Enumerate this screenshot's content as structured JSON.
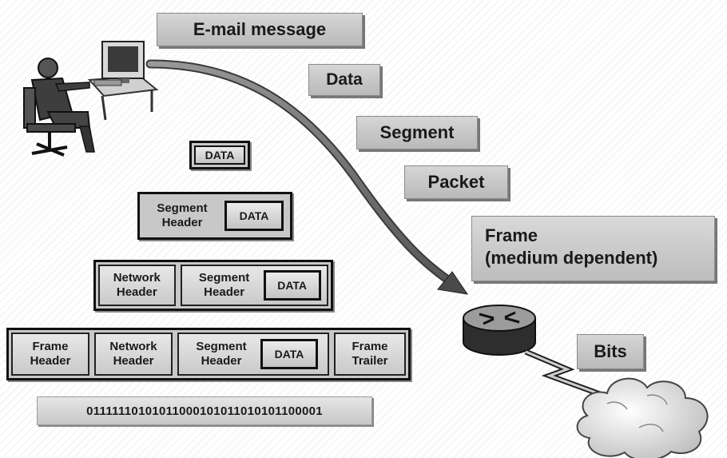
{
  "stages": {
    "email": "E-mail message",
    "data": "Data",
    "segment": "Segment",
    "packet": "Packet",
    "frame_line1": "Frame",
    "frame_line2": "(medium dependent)",
    "bits": "Bits"
  },
  "encapsulation": {
    "data_only": "DATA",
    "segment_header": "Segment\nHeader",
    "network_header": "Network\nHeader",
    "frame_header": "Frame\nHeader",
    "frame_trailer": "Frame\nTrailer",
    "data": "DATA"
  },
  "bitstream": "01111110101011000101011010101100001",
  "icons": [
    "user-at-computer-icon",
    "router-icon",
    "network-cloud-icon",
    "lightning-link-icon"
  ],
  "colors": {
    "box_fill": "#c8c8c8",
    "arrow": "#6e6e6e",
    "text": "#1a1a1a"
  }
}
